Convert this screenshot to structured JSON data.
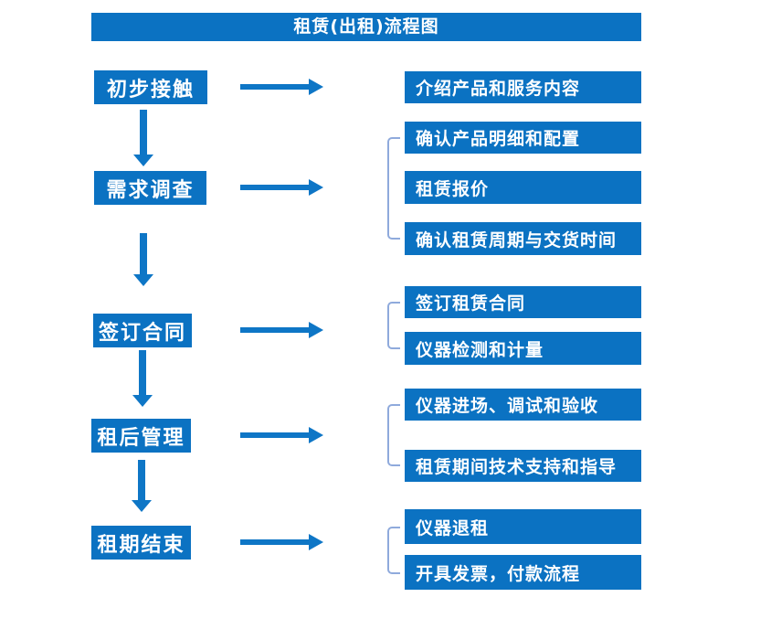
{
  "title": "租赁(出租)流程图",
  "colors": {
    "box_blue": "#0b72c2",
    "arrow_blue": "#0e76c6",
    "bracket_blue": "#8faadc",
    "text": "#ffffff",
    "background": "#ffffff"
  },
  "chart_data": {
    "type": "table",
    "title": "租赁(出租)流程图",
    "stages": [
      {
        "label": "初步接触",
        "children": [
          "介绍产品和服务内容"
        ]
      },
      {
        "label": "需求调查",
        "children": [
          "确认产品明细和配置",
          "租赁报价",
          "确认租赁周期与交货时间"
        ]
      },
      {
        "label": "签订合同",
        "children": [
          "签订租赁合同",
          "仪器检测和计量"
        ]
      },
      {
        "label": "租后管理",
        "children": [
          "仪器进场、调试和验收",
          "租赁期间技术支持和指导"
        ]
      },
      {
        "label": "租期结束",
        "children": [
          "仪器退租",
          "开具发票，付款流程"
        ]
      }
    ]
  },
  "stages": [
    {
      "label": "初步接触",
      "children": [
        "介绍产品和服务内容"
      ]
    },
    {
      "label": "需求调查",
      "children": [
        "确认产品明细和配置",
        "租赁报价",
        "确认租赁周期与交货时间"
      ]
    },
    {
      "label": "签订合同",
      "children": [
        "签订租赁合同",
        "仪器检测和计量"
      ]
    },
    {
      "label": "租后管理",
      "children": [
        "仪器进场、调试和验收",
        "租赁期间技术支持和指导"
      ]
    },
    {
      "label": "租期结束",
      "children": [
        "仪器退租",
        "开具发票，付款流程"
      ]
    }
  ]
}
